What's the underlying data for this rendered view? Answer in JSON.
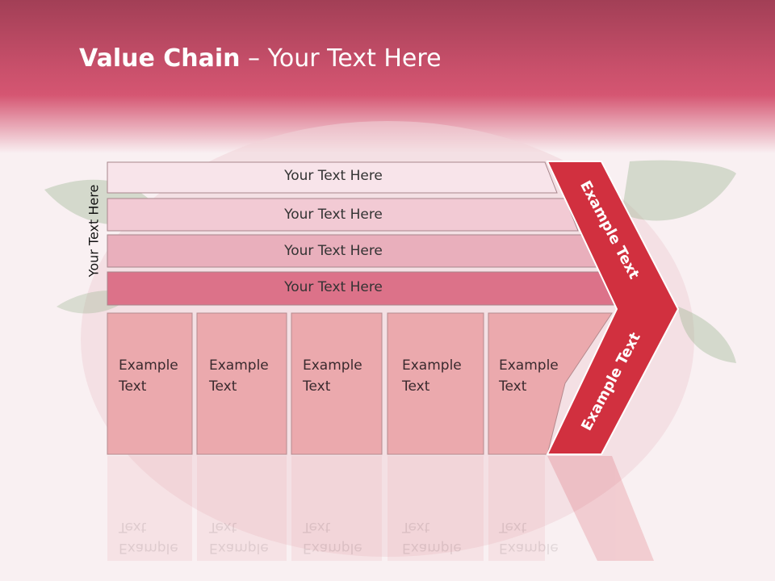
{
  "slide": {
    "title_bold": "Value Chain",
    "title_rest": " – Your Text Here"
  },
  "support_rows": [
    {
      "label": "Your Text Here",
      "color": "#f8e4ea"
    },
    {
      "label": "Your Text Here",
      "color": "#f2cad4"
    },
    {
      "label": "Your Text Here",
      "color": "#e9afbc"
    },
    {
      "label": "Your Text Here",
      "color": "#dc7289"
    }
  ],
  "side_label": "Your Text Here",
  "primary_boxes": [
    {
      "line1": "Example",
      "line2": "Text"
    },
    {
      "line1": "Example",
      "line2": "Text"
    },
    {
      "line1": "Example",
      "line2": "Text"
    },
    {
      "line1": "Example",
      "line2": "Text"
    },
    {
      "line1": "Example",
      "line2": "Text"
    }
  ],
  "chevron": {
    "upper_label": "Example Text",
    "lower_label": "Example Text",
    "color": "#d1303f"
  },
  "colors": {
    "header": "#c9506b",
    "box_fill": "#eba9ad",
    "box_border": "#b58a8e"
  }
}
